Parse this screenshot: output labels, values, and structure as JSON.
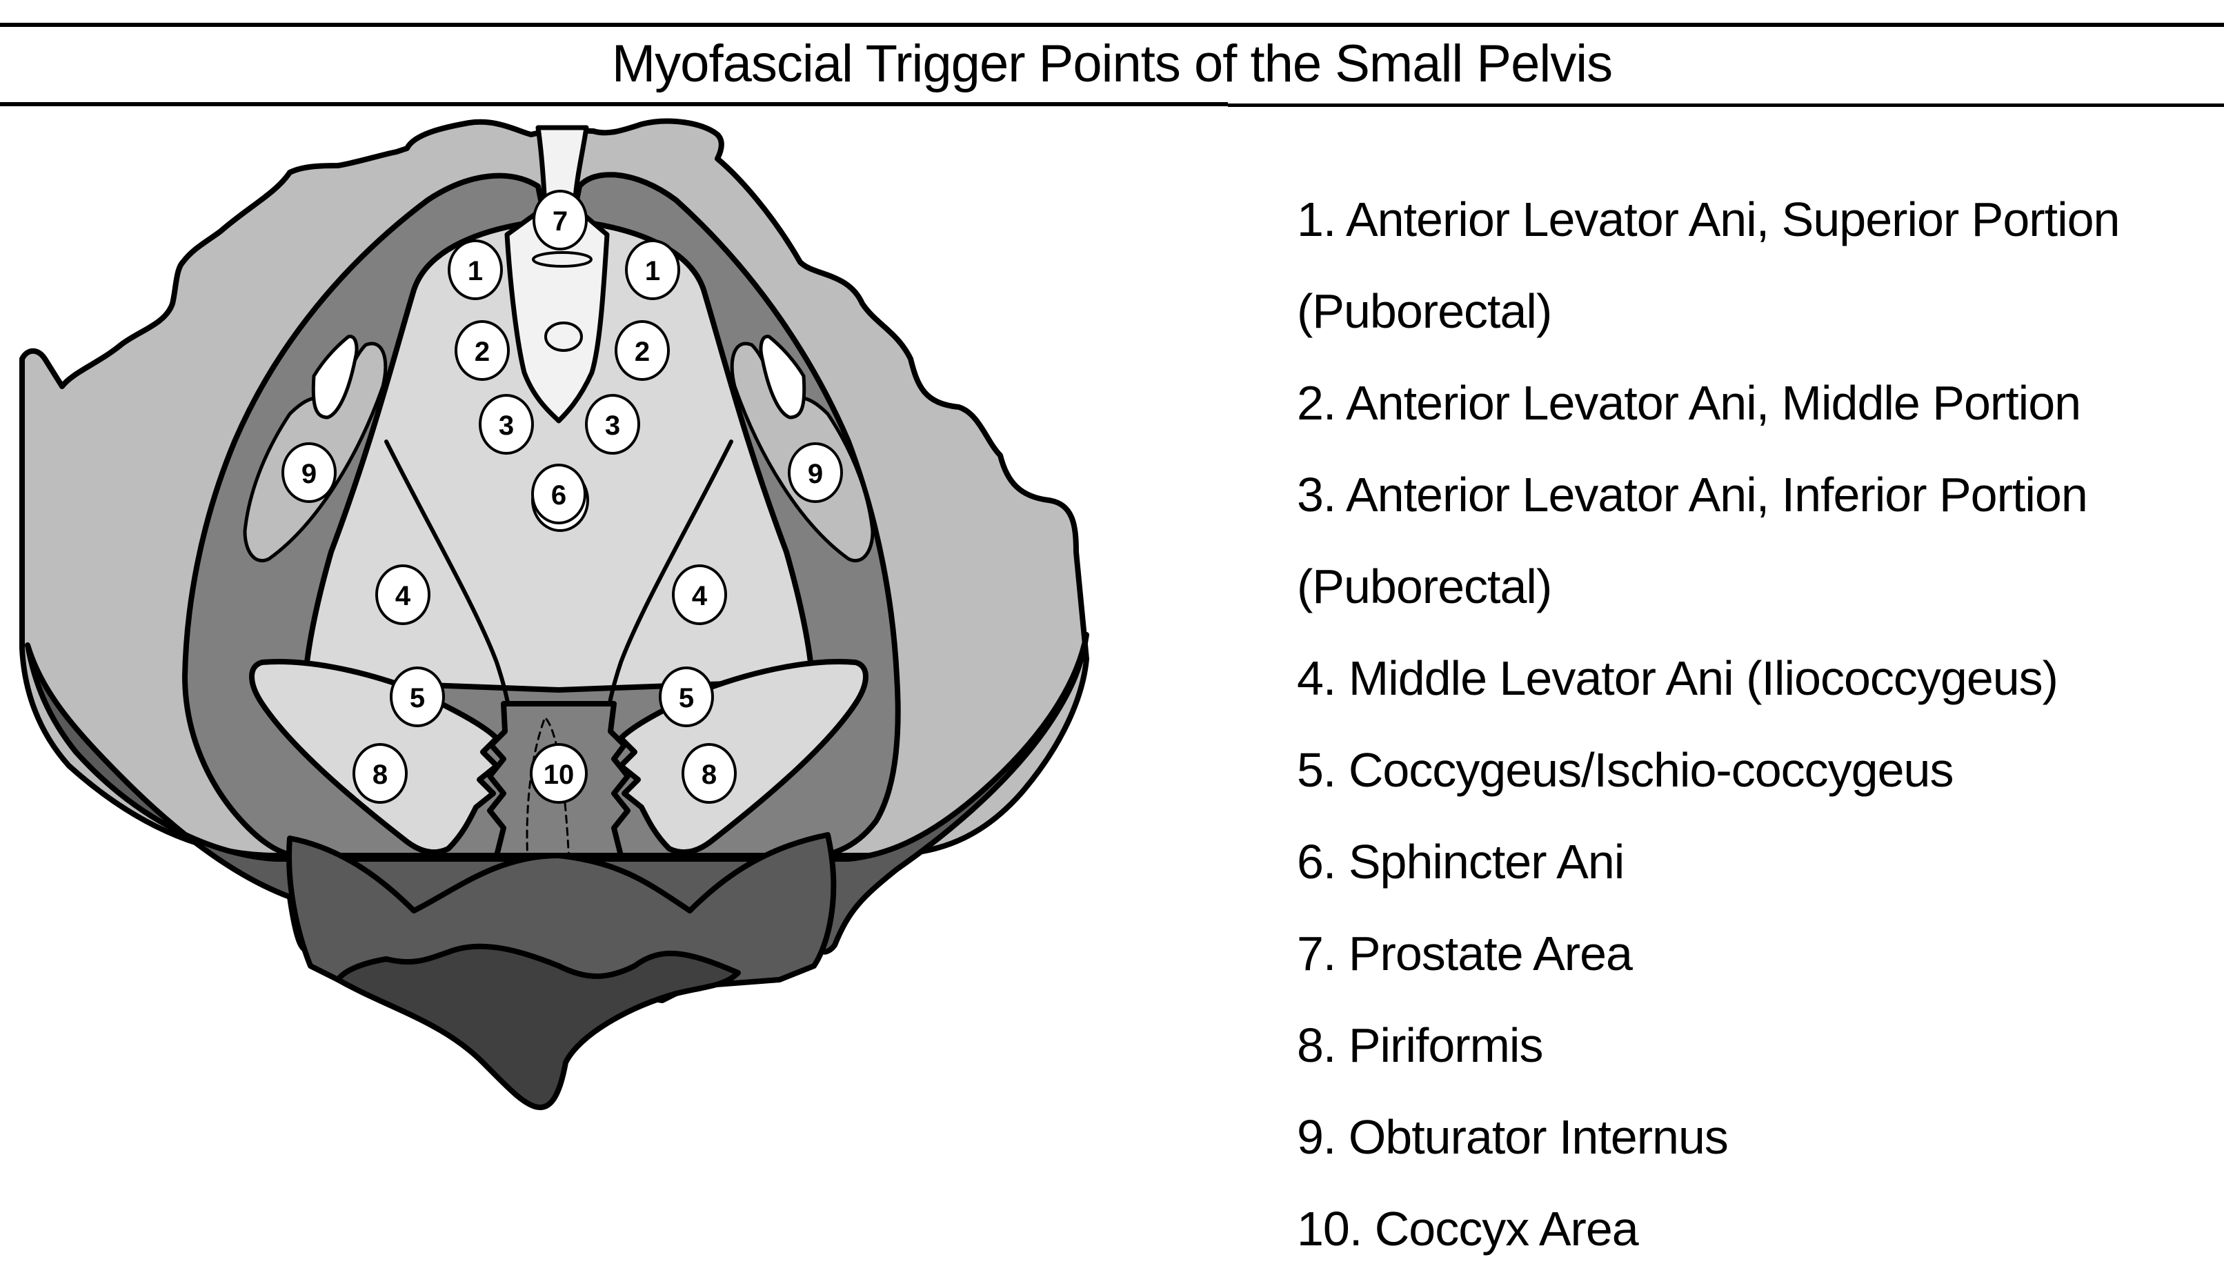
{
  "title": "Myofascial Trigger Points of the Small Pelvis",
  "colors": {
    "outer_bone": "#bdbdbd",
    "levator_band": "#808080",
    "pelvic_floor": "#d9d9d9",
    "central_column": "#f2f2f2",
    "lower_mass": "#5a5a5a",
    "coccyx_tip": "#404040",
    "marker_fill": "#ffffff",
    "outline": "#000000"
  },
  "markers": [
    {
      "id": "7",
      "label": "7",
      "region": "Prostate Area"
    },
    {
      "id": "1-left",
      "label": "1",
      "region": "Anterior Levator Ani, Superior Portion"
    },
    {
      "id": "1-right",
      "label": "1",
      "region": "Anterior Levator Ani, Superior Portion"
    },
    {
      "id": "2-left",
      "label": "2",
      "region": "Anterior Levator Ani, Middle Portion"
    },
    {
      "id": "2-right",
      "label": "2",
      "region": "Anterior Levator Ani, Middle Portion"
    },
    {
      "id": "3-left",
      "label": "3",
      "region": "Anterior Levator Ani, Inferior Portion"
    },
    {
      "id": "3-right",
      "label": "3",
      "region": "Anterior Levator Ani, Inferior Portion"
    },
    {
      "id": "6",
      "label": "6",
      "region": "Sphincter Ani"
    },
    {
      "id": "9-left",
      "label": "9",
      "region": "Obturator Internus"
    },
    {
      "id": "9-right",
      "label": "9",
      "region": "Obturator Internus"
    },
    {
      "id": "4-left",
      "label": "4",
      "region": "Middle Levator Ani"
    },
    {
      "id": "4-right",
      "label": "4",
      "region": "Middle Levator Ani"
    },
    {
      "id": "5-left",
      "label": "5",
      "region": "Coccygeus/Ischio-coccygeus"
    },
    {
      "id": "5-right",
      "label": "5",
      "region": "Coccygeus/Ischio-coccygeus"
    },
    {
      "id": "8-left",
      "label": "8",
      "region": "Piriformis"
    },
    {
      "id": "8-right",
      "label": "8",
      "region": "Piriformis"
    },
    {
      "id": "10",
      "label": "10",
      "region": "Coccyx Area"
    }
  ],
  "legend": [
    "1. Anterior Levator Ani, Superior Portion",
    "(Puborectal)",
    "2. Anterior Levator Ani, Middle Portion",
    "3. Anterior Levator Ani, Inferior Portion",
    "(Puborectal)",
    "4. Middle Levator Ani (Iliococcygeus)",
    "5. Coccygeus/Ischio-coccygeus",
    "6. Sphincter Ani",
    "7. Prostate Area",
    "8. Piriformis",
    "9. Obturator Internus",
    "10. Coccyx Area"
  ]
}
